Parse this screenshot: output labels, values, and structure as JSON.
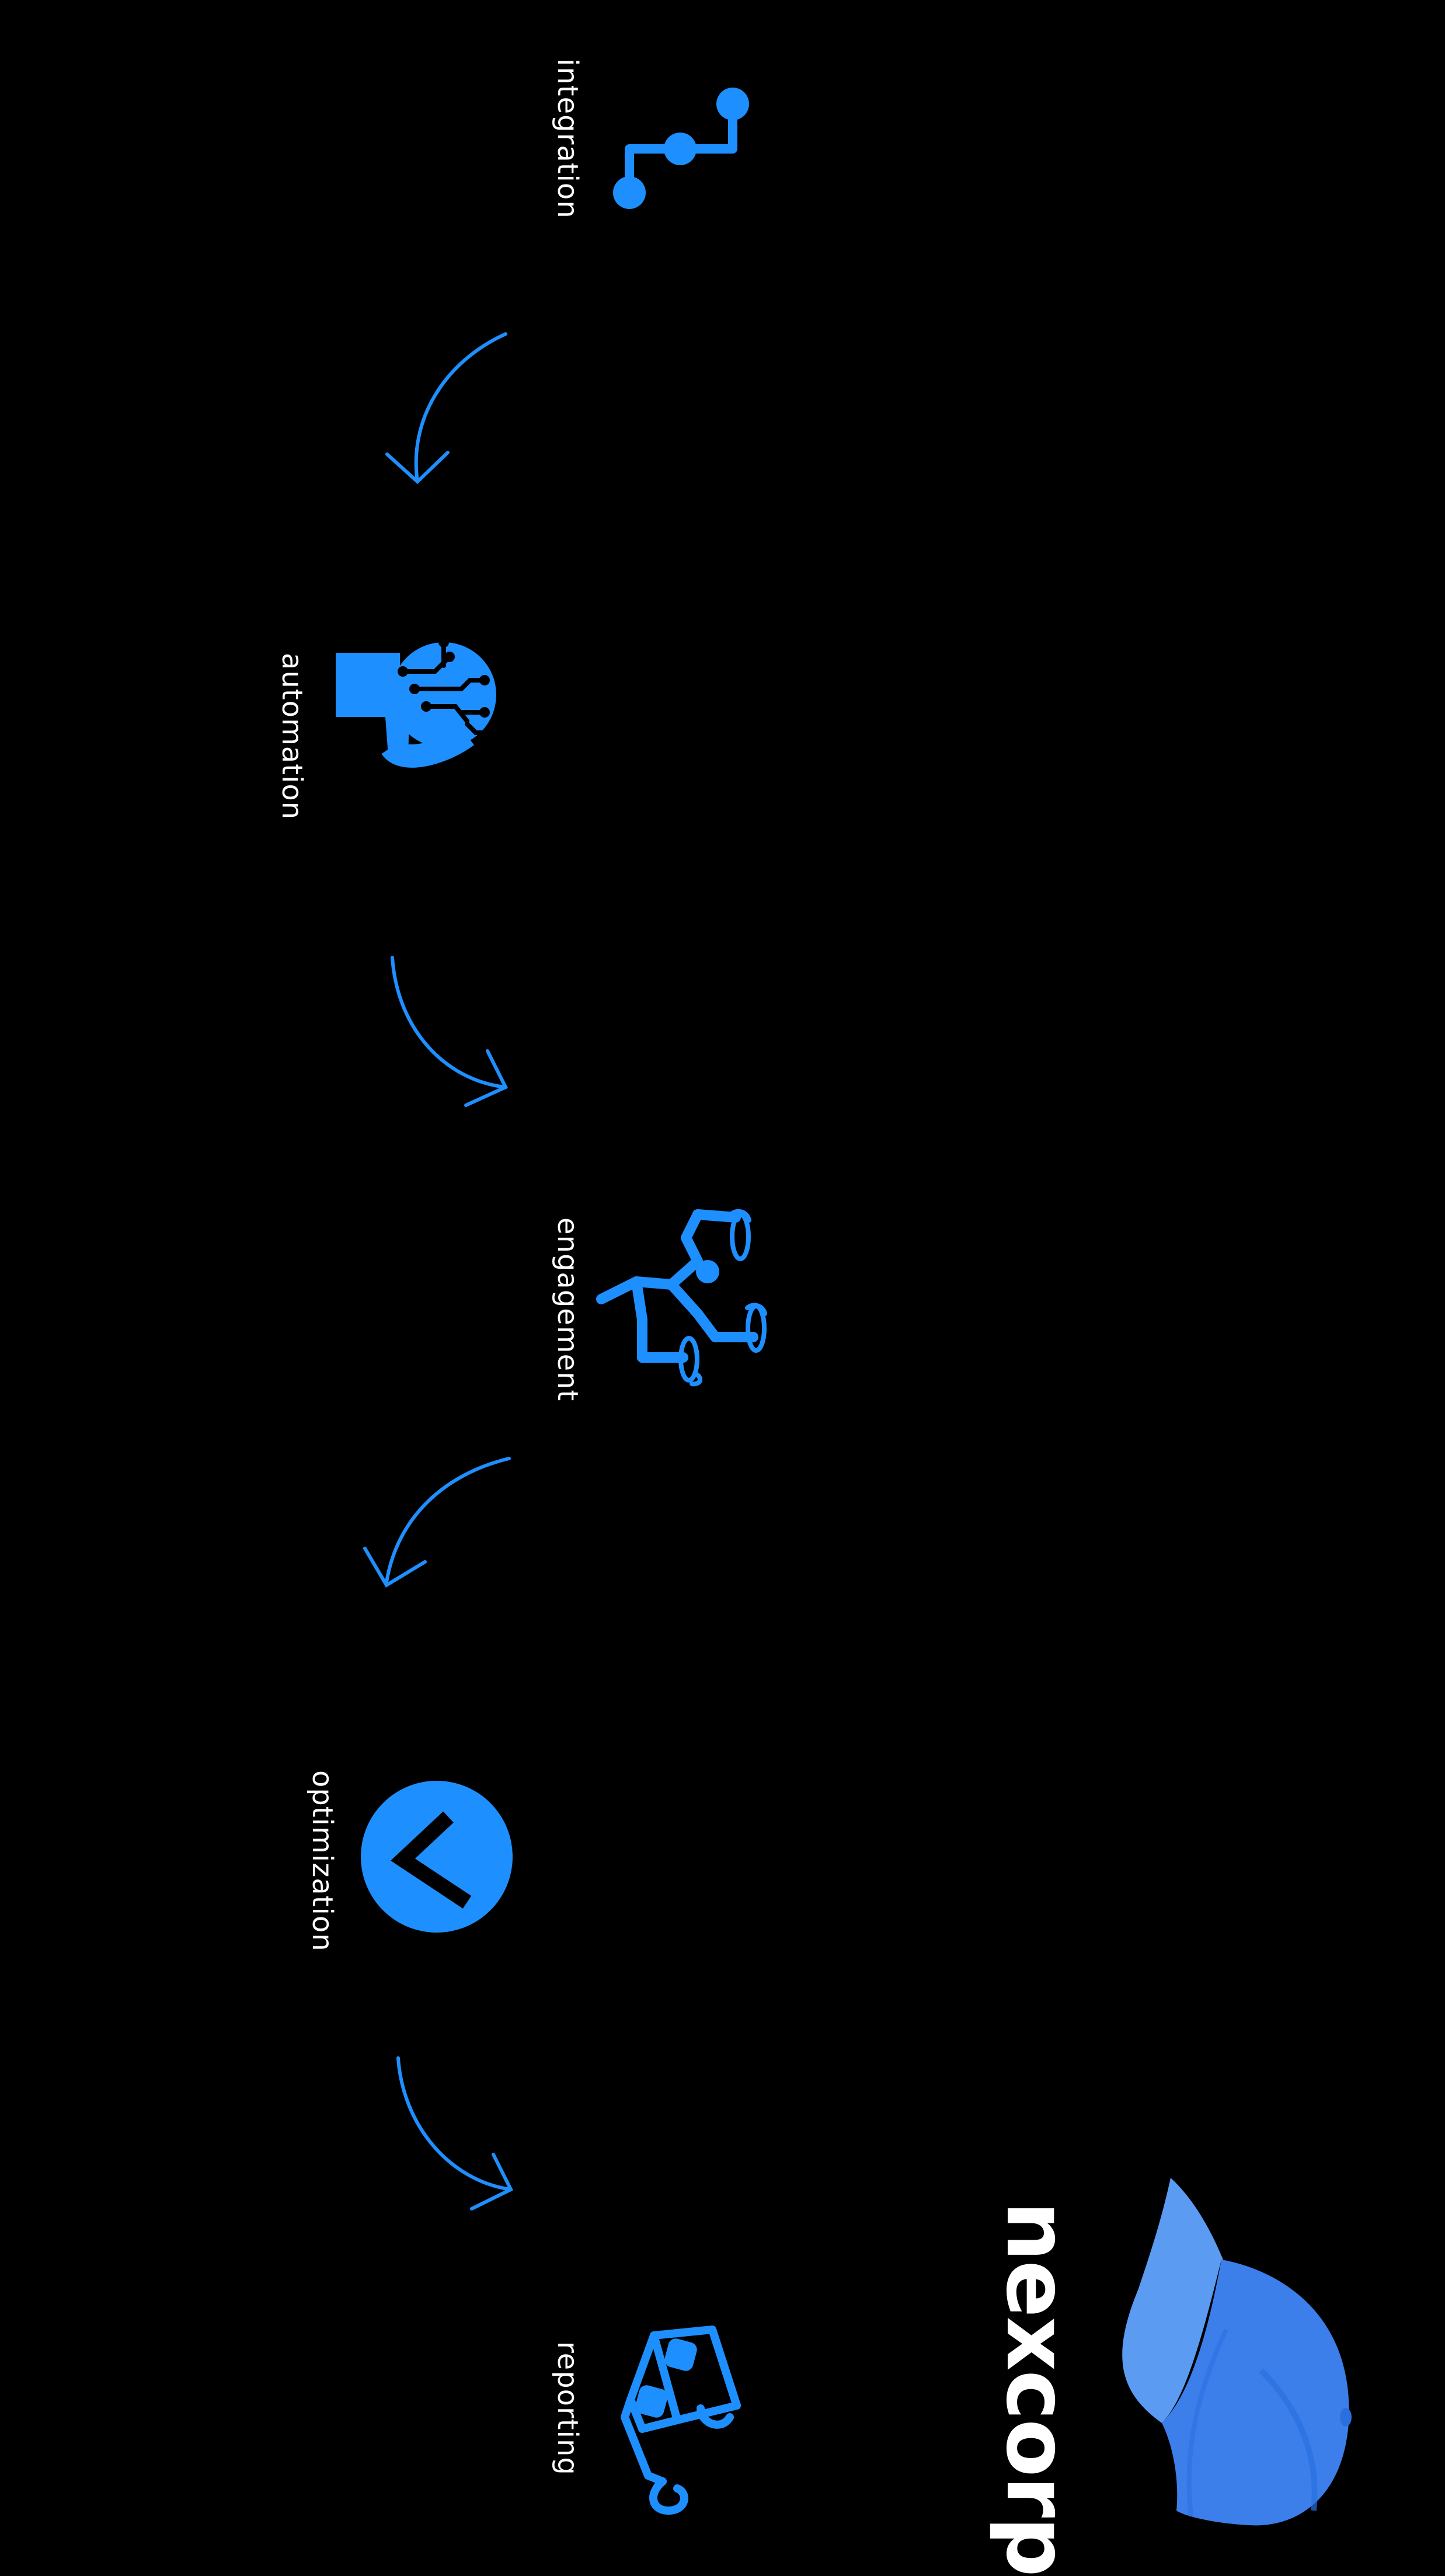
{
  "colors": {
    "background": "#000000",
    "accent": "#1E8FFF",
    "label": "#ffffff",
    "cap_light": "#5B9BF2",
    "cap_dark": "#2A6FE0"
  },
  "steps": [
    {
      "label": "integration",
      "icon": "circuit-path-icon"
    },
    {
      "label": "automation",
      "icon": "ai-head-icon"
    },
    {
      "label": "engagement",
      "icon": "dancing-person-icon"
    },
    {
      "label": "optimization",
      "icon": "chevron-circle-icon"
    },
    {
      "label": "reporting",
      "icon": "vr-headset-icon"
    }
  ],
  "brand": {
    "name": "nexcorp",
    "logo_icon": "cap-icon"
  }
}
